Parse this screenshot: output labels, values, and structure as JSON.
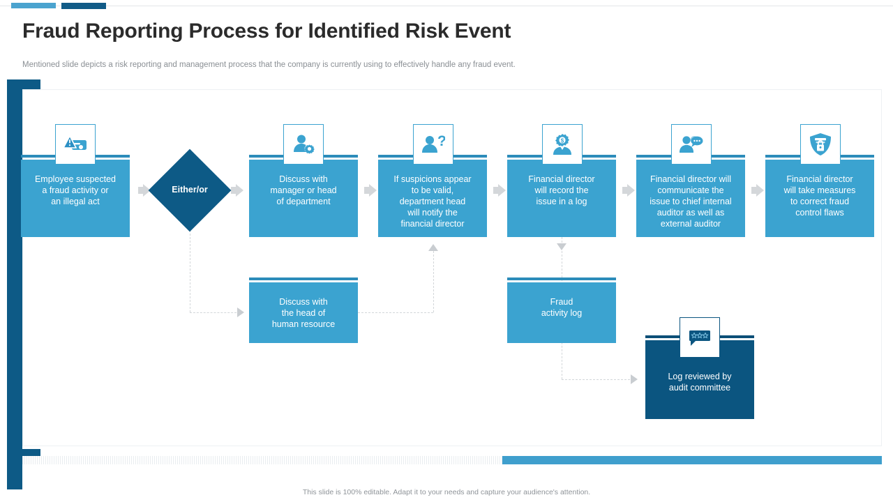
{
  "header": {
    "title": "Fraud Reporting Process for Identified Risk Event",
    "subtitle": "Mentioned slide depicts a risk reporting and management process that the company is currently using to effectively handle any fraud event."
  },
  "footer": {
    "note": "This slide is 100% editable. Adapt it to your needs and capture your audience's attention."
  },
  "colors": {
    "accent_light": "#4ba3cf",
    "accent_dark": "#115b87",
    "node_fill": "#3ba3d0",
    "node_cap": "#2c8cba",
    "node_dark_fill": "#0b5580",
    "node_dark_cap": "#0c4f77",
    "bracket": "#0d5a86",
    "title_text": "#2b2b2b",
    "subtitle_text": "#8a8f94",
    "connector": "#d2d6d9",
    "arrow": "#d4d7da",
    "footer_bar": "#3f9fcd"
  },
  "flow": {
    "decision": {
      "label": "Either/or",
      "icon": "diamond-decision"
    },
    "main_steps": [
      {
        "id": "step-1",
        "label": "Employee suspected\na fraud activity or\nan illegal act",
        "icon": "fraud-alert-card-icon",
        "tone": "light"
      },
      {
        "id": "step-2",
        "label": "Discuss with\nmanager or head\nof department",
        "icon": "user-gear-icon",
        "tone": "light"
      },
      {
        "id": "step-3",
        "label": "If suspicions appear\nto be valid,\ndepartment head\nwill notify the\nfinancial director",
        "icon": "user-question-icon",
        "tone": "light"
      },
      {
        "id": "step-4",
        "label": "Financial director\nwill record the\nissue in a log",
        "icon": "finance-manager-gear-icon",
        "tone": "light"
      },
      {
        "id": "step-5",
        "label": "Financial director will\ncommunicate the\nissue to chief internal\nauditor as well as\nexternal auditor",
        "icon": "user-chat-bubble-icon",
        "tone": "light"
      },
      {
        "id": "step-6",
        "label": "Financial director\nwill take measures\nto correct fraud\ncontrol flaws",
        "icon": "shield-lock-icon",
        "tone": "light"
      }
    ],
    "secondary_steps": [
      {
        "id": "step-hr",
        "label": "Discuss with\nthe head of\nhuman resource",
        "icon": null,
        "tone": "light"
      },
      {
        "id": "step-log",
        "label": "Fraud\nactivity log",
        "icon": null,
        "tone": "light"
      },
      {
        "id": "step-audit",
        "label": "Log reviewed by\naudit committee",
        "icon": "review-stars-bubble-icon",
        "tone": "dark"
      }
    ]
  }
}
